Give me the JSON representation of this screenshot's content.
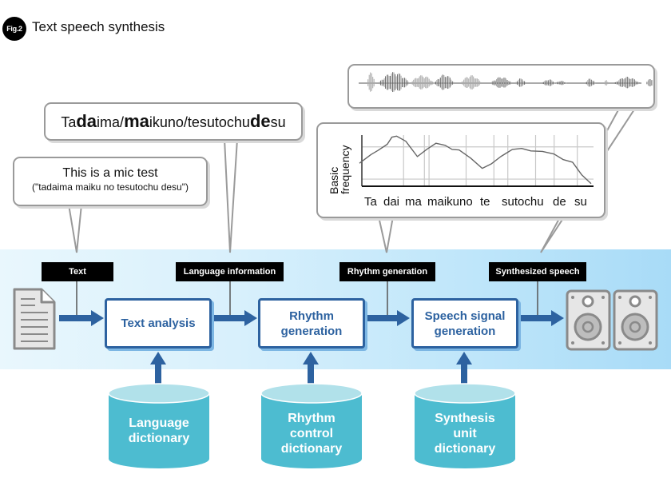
{
  "figure": {
    "badge": "Fig.2",
    "title": "Text speech synthesis"
  },
  "bubbles": {
    "input_text": {
      "line1": "This is a mic test",
      "line2": "(\"tadaima maiku no tesutochu desu\")"
    },
    "language_info": {
      "segments": [
        {
          "text": "Ta",
          "bold": false
        },
        {
          "text": "da",
          "bold": true
        },
        {
          "text": "ima/",
          "bold": false
        },
        {
          "text": "ma",
          "bold": true
        },
        {
          "text": "ikuno/tesutochu",
          "bold": false
        },
        {
          "text": "de",
          "bold": true
        },
        {
          "text": "su",
          "bold": false
        }
      ]
    },
    "rhythm_chart": {
      "ylabel_line1": "Basic",
      "ylabel_line2": "frequency",
      "syllables": [
        "Ta",
        "dai",
        "ma",
        "maikuno",
        "te",
        "sutochu",
        "de",
        "su"
      ]
    },
    "waveform": {
      "description": "speech-waveform"
    }
  },
  "tags": {
    "text": "Text",
    "language_information": "Language information",
    "rhythm_generation": "Rhythm generation",
    "synthesized_speech": "Synthesized speech"
  },
  "process_boxes": {
    "text_analysis": "Text analysis",
    "rhythm_generation": [
      "Rhythm",
      "generation"
    ],
    "speech_signal_generation": [
      "Speech signal",
      "generation"
    ]
  },
  "dictionaries": {
    "language": [
      "Language",
      "dictionary"
    ],
    "rhythm_control": [
      "Rhythm",
      "control",
      "dictionary"
    ],
    "synthesis_unit": [
      "Synthesis",
      "unit",
      "dictionary"
    ]
  },
  "icons": {
    "input": "document-icon",
    "output": "speaker-icon"
  },
  "colors": {
    "flow": "#2d62a0",
    "dictionary": "#4dbcd0",
    "dictionary_top": "#b1e1ea",
    "tag": "#000000",
    "bubble_border": "#9a9a9a"
  },
  "chart_data": {
    "type": "line",
    "title": "",
    "xlabel": "",
    "ylabel": "Basic frequency",
    "x_tick_labels": [
      "Ta",
      "dai",
      "ma",
      "maikuno",
      "te",
      "sutochu",
      "de",
      "su"
    ],
    "grid": true,
    "series": [
      {
        "name": "F0 contour",
        "x": [
          0,
          5,
          8,
          12,
          14,
          16,
          20,
          25,
          29,
          33,
          37,
          40,
          43,
          48,
          53,
          57,
          61,
          66,
          70,
          74,
          79,
          84,
          88,
          92,
          96,
          100
        ],
        "values": [
          0.45,
          0.62,
          0.7,
          0.82,
          0.96,
          0.98,
          0.88,
          0.58,
          0.72,
          0.84,
          0.8,
          0.72,
          0.71,
          0.55,
          0.35,
          0.44,
          0.58,
          0.72,
          0.74,
          0.69,
          0.68,
          0.63,
          0.52,
          0.47,
          0.22,
          0.05
        ]
      }
    ],
    "ylim": [
      0,
      1
    ]
  }
}
